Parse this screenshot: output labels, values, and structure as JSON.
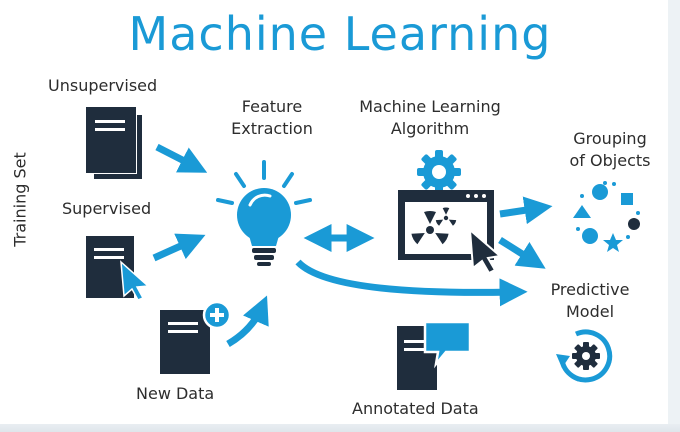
{
  "title": "Machine Learning",
  "side_label": "Training Set",
  "labels": {
    "unsupervised": "Unsupervised",
    "supervised": "Supervised",
    "new_data": "New Data",
    "feature_line1": "Feature",
    "feature_line2": "Extraction",
    "algo_line1": "Machine Learning",
    "algo_line2": "Algorithm",
    "grouping_line1": "Grouping",
    "grouping_line2": "of Objects",
    "predictive_line1": "Predictive",
    "predictive_line2": "Model",
    "annotated": "Annotated Data"
  },
  "icons": [
    "document-stack-icon",
    "document-cursor-icon",
    "document-add-icon",
    "lightbulb-icon",
    "gear-icon",
    "browser-window-icon",
    "cursor-icon",
    "shapes-cycle-icon",
    "refresh-gear-icon",
    "document-chat-icon"
  ],
  "colors": {
    "accent": "#1a9ad6",
    "dark": "#1f2d3d",
    "text": "#2d2d2d"
  }
}
